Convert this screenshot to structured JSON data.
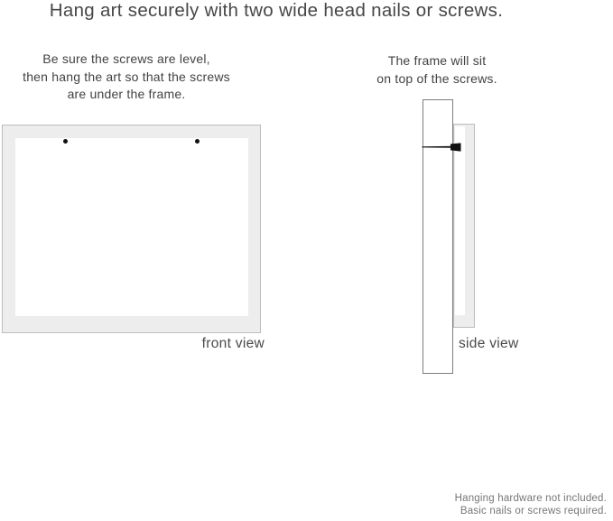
{
  "page": {
    "title": "Hang art securely with two wide head nails or screws."
  },
  "front_section": {
    "instructions": [
      "Be sure the screws are level,",
      "then hang the art so that the screws",
      "are under the frame."
    ],
    "caption": "front view",
    "nail_count": 2
  },
  "side_section": {
    "instructions": [
      "The frame will sit",
      "on top of the screws."
    ],
    "caption": "side view"
  },
  "footnote": {
    "lines": [
      "Hanging hardware not included.",
      "Basic nails or screws required."
    ]
  },
  "colors": {
    "background": "#ffffff",
    "frame_fill": "#ededed",
    "frame_border": "#bdbdbd",
    "side_profile_border": "#7d7d7d",
    "nail_color": "#111111",
    "text_primary": "#424242",
    "text_caption": "#4a4a4a",
    "text_footnote": "#767676"
  }
}
